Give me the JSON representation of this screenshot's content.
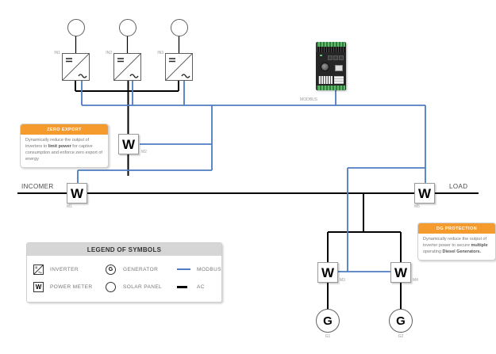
{
  "colors": {
    "modbus_blue": "#4d7cc1",
    "ac_black": "#000000",
    "callout_orange": "#f59b2e",
    "legend_header_bg": "#d6d6d6"
  },
  "inverters": {
    "labels": [
      "IN1",
      "IN2",
      "IN3"
    ]
  },
  "meters": {
    "symbol": "W",
    "labels": [
      "M1",
      "M2",
      "M3",
      "M4",
      "M5"
    ]
  },
  "generators": {
    "symbol": "G",
    "labels": [
      "G1",
      "G2"
    ]
  },
  "bus": {
    "incomer_label": "INCOMER",
    "load_label": "LOAD"
  },
  "modbus_label": "MODBUS",
  "callouts": {
    "zero_export": {
      "title": "ZERO EXPORT",
      "body": [
        {
          "text": "Dynamically reduce the output of inverters to "
        },
        {
          "text": "limit power"
        },
        {
          "text": " for captive consumption and enforce zero export of energy"
        }
      ]
    },
    "dg_protection": {
      "title": "DG PROTECTION",
      "body": [
        {
          "text": "Dynamically reduce the output of inverter power to secure "
        },
        {
          "text": "multiple"
        },
        {
          "text": " operating "
        },
        {
          "text": "Diesel Generators."
        }
      ]
    }
  },
  "legend": {
    "title": "LEGEND OF SYMBOLS",
    "items": [
      {
        "icon": "inverter-icon",
        "label": "INVERTER"
      },
      {
        "icon": "power-meter-icon",
        "label": "POWER METER"
      },
      {
        "icon": "generator-icon",
        "label": "GENERATOR"
      },
      {
        "icon": "solar-panel-icon",
        "label": "SOLAR PANEL"
      },
      {
        "icon": "modbus-line-icon",
        "label": "MODBUS"
      },
      {
        "icon": "ac-line-icon",
        "label": "AC"
      }
    ]
  }
}
